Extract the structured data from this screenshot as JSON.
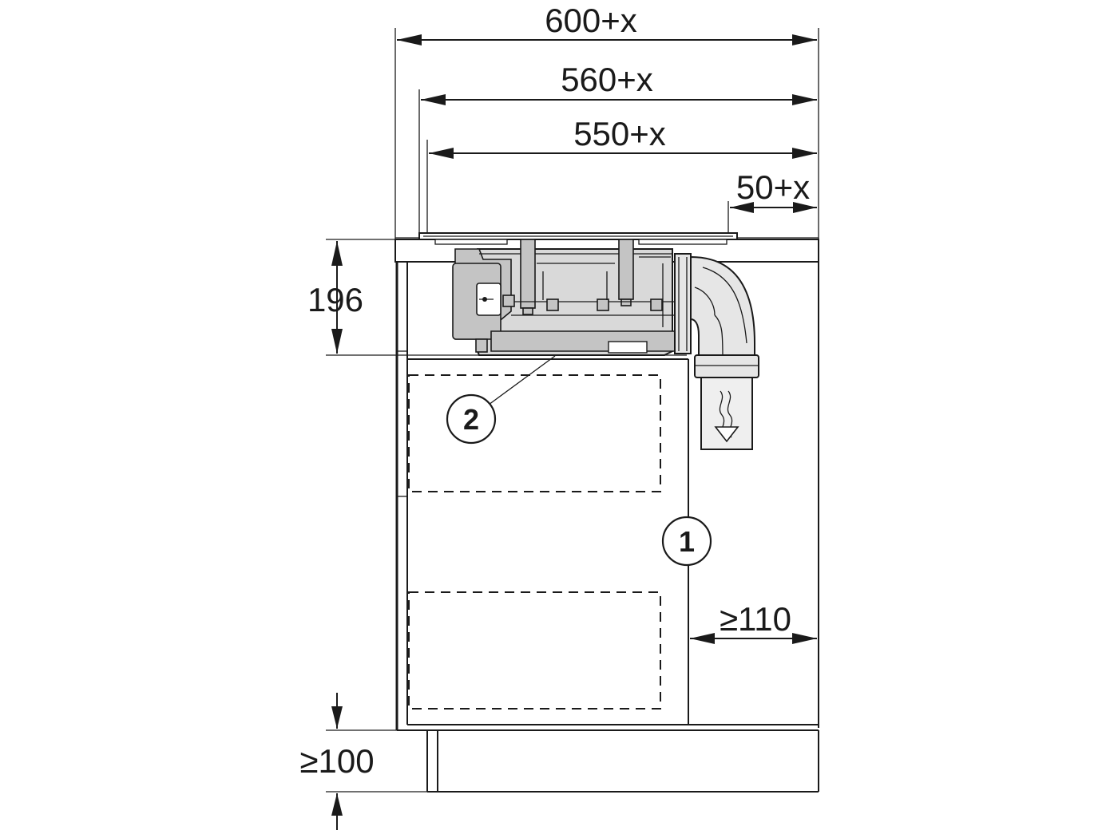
{
  "dimensions": {
    "width_total": "600+x",
    "width_cutout_outer": "560+x",
    "width_cutout_inner": "550+x",
    "rear_offset": "50+x",
    "unit_height": "196",
    "rear_gap": "≥110",
    "plinth_height": "≥100"
  },
  "callouts": {
    "one": "1",
    "two": "2"
  },
  "colors": {
    "line": "#1a1a1a",
    "unit_fill": "#d9d9d9",
    "duct_fill": "#e6e6e6"
  }
}
